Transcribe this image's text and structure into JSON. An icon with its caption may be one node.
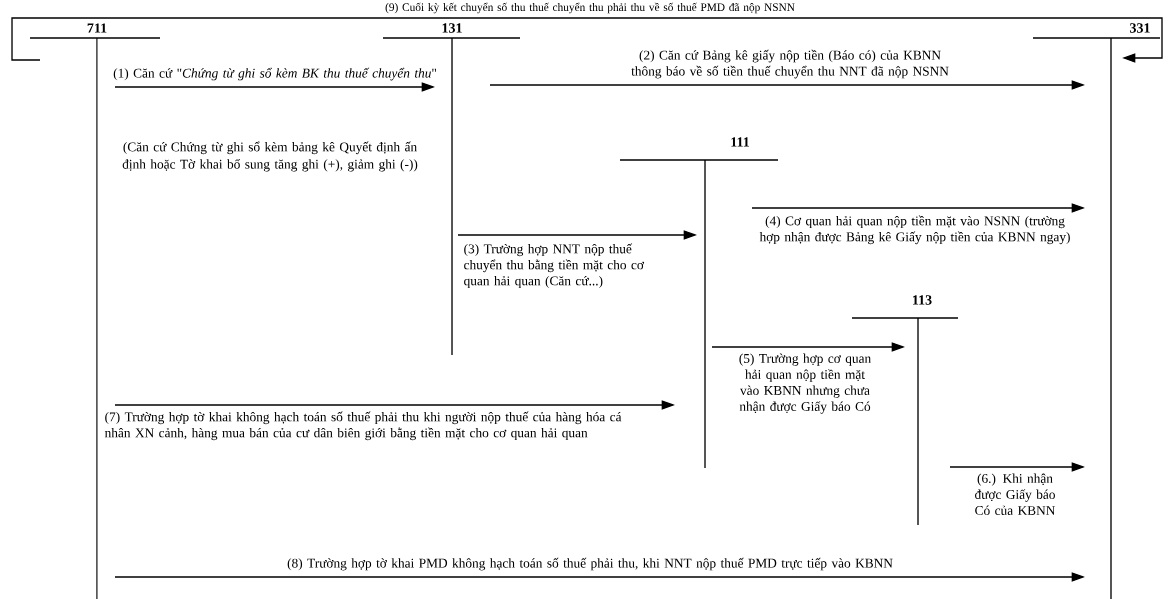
{
  "diagram": {
    "nodes": [
      {
        "text": [
          "711"
        ]
      },
      {
        "text": [
          "131"
        ]
      },
      {
        "text": [
          "331"
        ]
      },
      {
        "text": [
          "111"
        ]
      },
      {
        "text": [
          "113"
        ]
      }
    ],
    "edges": [
      {
        "from": 0,
        "to": 1,
        "arrow": "to",
        "label": "(1) Căn cứ \"*Chứng từ ghi sổ kèm BK thu thuế chuyển thu*\""
      },
      {
        "from": 1,
        "to": 2,
        "arrow": "to",
        "label": "(2) Căn cứ Bảng kê giấy nộp tiền (Báo có) của KBNN thông báo về số tiền thuế chuyển thu NNT đã nộp NSNN"
      },
      {
        "from": 1,
        "to": 3,
        "arrow": "to",
        "label": "(3) Trường hợp NNT nộp thuế chuyển thu bằng tiền mặt cho cơ quan hải quan (Căn cứ...)"
      },
      {
        "from": 3,
        "to": 2,
        "arrow": "to",
        "label": "(4) Cơ quan hải quan nộp tiền mặt vào NSNN (trường hợp nhận được Bảng kê Giấy nộp tiền của KBNN ngay)"
      },
      {
        "from": 3,
        "to": 4,
        "arrow": "to",
        "label": "(5) Trường hợp cơ quan hải quan nộp tiền mặt vào KBNN nhưng chưa nhận được Giấy báo Có"
      },
      {
        "from": 4,
        "to": 2,
        "arrow": "to",
        "label": "(6.) Khi nhận được Giấy báo Có của KBNN"
      },
      {
        "from": 0,
        "to": 3,
        "arrow": "to",
        "label": "(7) Trường hợp tờ khai không hạch toán số thuế phải thu khi người nộp thuế của hàng hóa cá nhân XN cảnh, hàng mua bán của cư dân biên giới bằng tiền mặt cho cơ quan hải quan"
      },
      {
        "from": 0,
        "to": 2,
        "arrow": "to",
        "label": "(8) Trường hợp tờ khai PMD không hạch toán số thuế phải thu, khi NNT nộp thuế PMD trực tiếp vào KBNN"
      },
      {
        "from": 0,
        "to": 2,
        "arrow": "to",
        "label": "(9) Cuối kỳ kết chuyển số thu thuế chuyển thu phải thu về số thuế PMD đã nộp NSNN"
      }
    ],
    "labels": [
      "(Căn cứ Chứng từ ghi sổ kèm bảng kê Quyết định ấn định hoặc Tờ khai bổ sung tăng ghi (+), giảm ghi (-))"
    ]
  }
}
